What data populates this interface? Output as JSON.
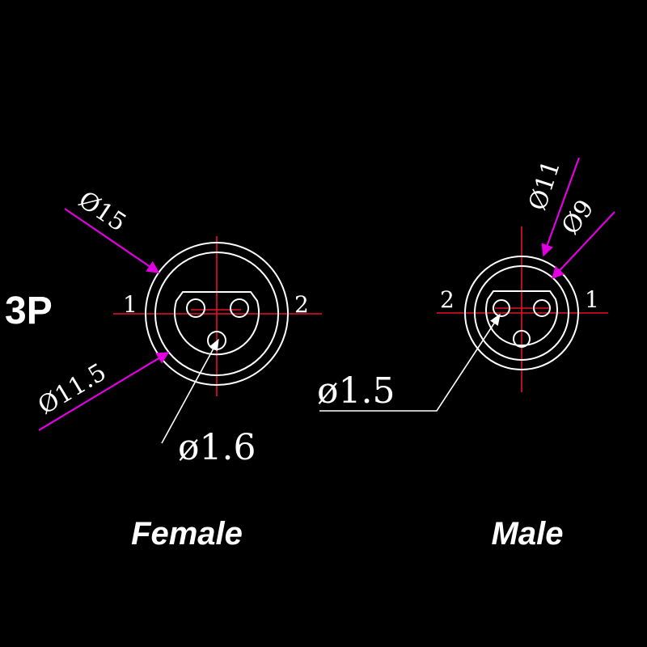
{
  "pin_count": "3P",
  "female": {
    "caption": "Female",
    "outer_dia": "Ø15",
    "inner_dia": "Ø11.5",
    "hole_dia": "ø1.6",
    "pin_left": "1",
    "pin_right": "2"
  },
  "male": {
    "caption": "Male",
    "outer_dia": "Ø11",
    "inner_dia": "Ø9",
    "pin_dia": "ø1.5",
    "pin_left": "2",
    "pin_right": "1"
  },
  "colors": {
    "background": "#000000",
    "outline": "#ffffff",
    "centerline": "#e8102a",
    "leader": "#e000e0"
  }
}
